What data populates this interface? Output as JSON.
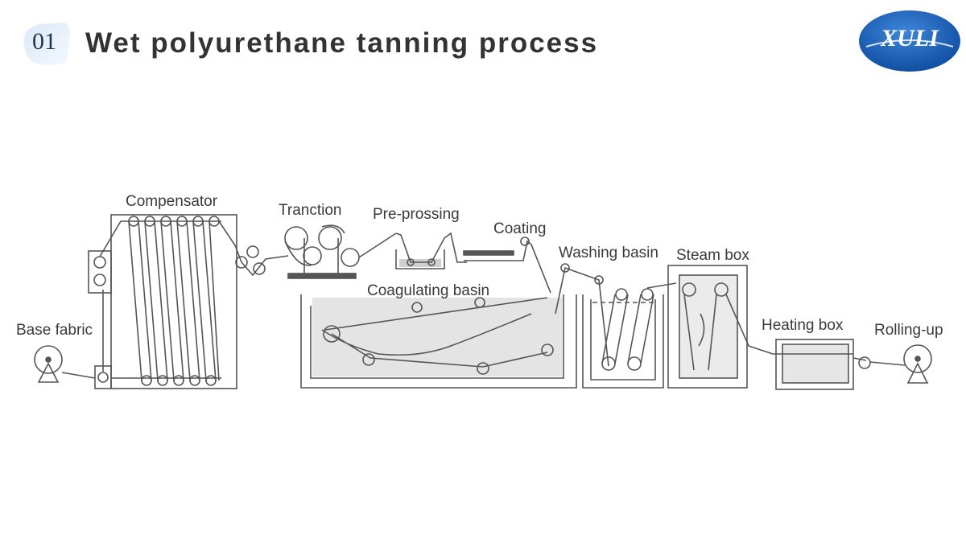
{
  "header": {
    "number": "01",
    "title": "Wet polyurethane tanning process"
  },
  "logo": {
    "text": "XULI",
    "color": "#1d5fb5"
  },
  "diagram": {
    "labels": {
      "compensator": "Compensator",
      "traction": "Tranction",
      "pre_processing": "Pre-prossing",
      "coating": "Coating",
      "washing_basin": "Washing basin",
      "steam_box": "Steam box",
      "coagulating_basin": "Coagulating basin",
      "base_fabric": "Base fabric",
      "heating_box": "Heating box",
      "rolling_up": "Rolling-up"
    }
  }
}
